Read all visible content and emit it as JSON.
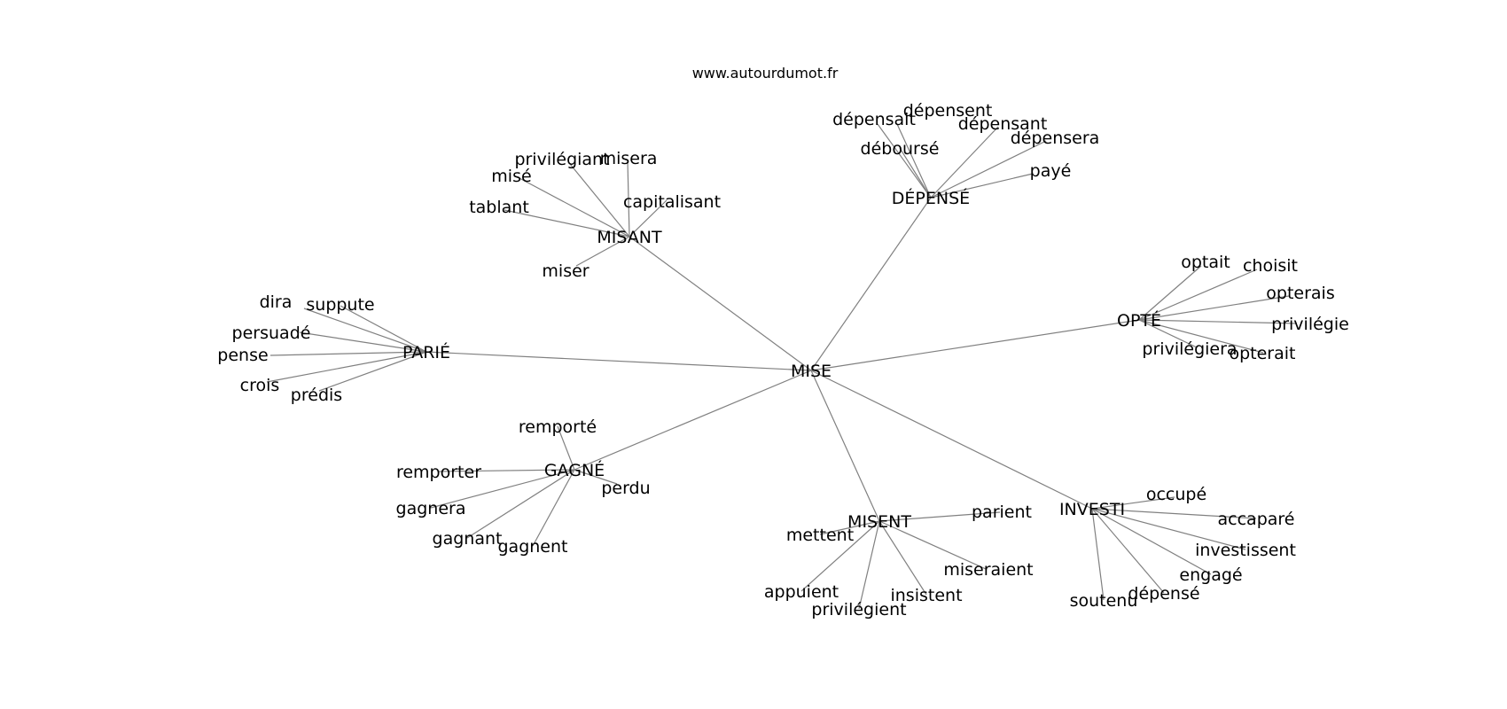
{
  "watermark": "www.autourdumot.fr",
  "edge_color": "#808080",
  "graph": {
    "root": "MISE",
    "hubs": [
      {
        "label": "MISANT",
        "children": [
          "privilégiant",
          "misera",
          "misé",
          "capitalisant",
          "tablant",
          "miser"
        ]
      },
      {
        "label": "DÉPENSÉ",
        "children": [
          "dépensent",
          "dépensait",
          "dépensant",
          "dépensera",
          "déboursé",
          "payé"
        ]
      },
      {
        "label": "OPTÉ",
        "children": [
          "optait",
          "choisit",
          "opterais",
          "privilégie",
          "privilégiera",
          "opterait"
        ]
      },
      {
        "label": "PARIÉ",
        "children": [
          "dira",
          "suppute",
          "persuadé",
          "pense",
          "crois",
          "prédis"
        ]
      },
      {
        "label": "GAGNÉ",
        "children": [
          "remporté",
          "remporter",
          "perdu",
          "gagnera",
          "gagnant",
          "gagnent"
        ]
      },
      {
        "label": "MISENT",
        "children": [
          "parient",
          "mettent",
          "miseraient",
          "appuient",
          "insistent",
          "privilégient"
        ]
      },
      {
        "label": "INVESTI",
        "children": [
          "occupé",
          "accaparé",
          "investissent",
          "engagé",
          "dépensé",
          "soutenu"
        ]
      }
    ]
  }
}
